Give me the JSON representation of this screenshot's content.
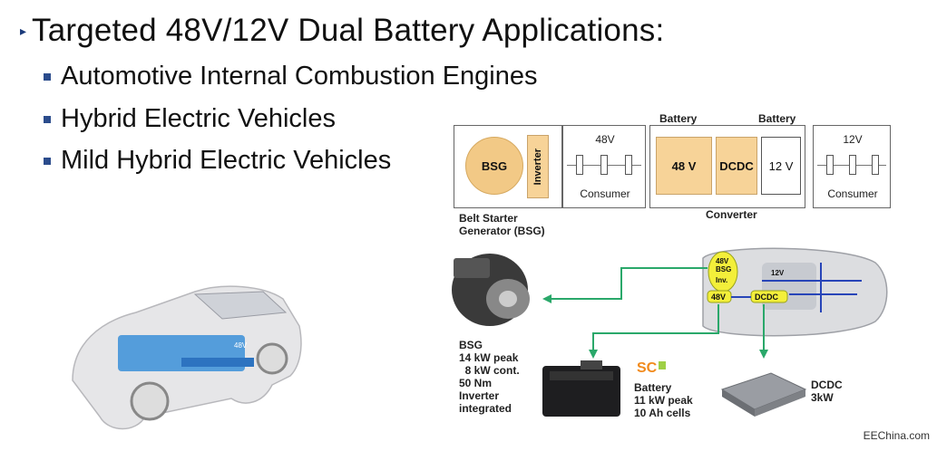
{
  "heading": {
    "text": "Targeted 48V/12V Dual Battery Applications:"
  },
  "bullets": [
    "Automotive Internal Combustion Engines",
    "Hybrid Electric Vehicles",
    "Mild Hybrid Electric Vehicles"
  ],
  "diagram": {
    "battery_label_1": "Battery",
    "battery_label_2": "Battery",
    "bsg": "BSG",
    "inverter": "Inverter",
    "v48_top": "48V",
    "consumer_1": "Consumer",
    "v48_box": "48 V",
    "dcdc_box": "DCDC",
    "v12_box": "12 V",
    "v12_top": "12V",
    "consumer_2": "Consumer",
    "bsg_caption_1": "Belt Starter",
    "bsg_caption_2": "Generator (BSG)",
    "converter_caption": "Converter",
    "car_tag_48v": "48V",
    "car_tag_bsg": "BSG",
    "car_tag_inv": "Inv.",
    "car_tag_48v_b": "48V",
    "car_tag_dcdc": "DCDC",
    "car_tag_12v": "12V",
    "car_48v_label": "48V"
  },
  "specs": {
    "bsg": "BSG\n14 kW peak\n  8 kW cont.\n50 Nm\nInverter\nintegrated",
    "battery": "Battery\n11 kW peak\n10 Ah cells",
    "dcdc": "DCDC\n3kW",
    "logo": "SC"
  },
  "credit": "EEChina.com",
  "colors": {
    "accent_orange": "#f7d398",
    "arrow_green": "#2aa86a",
    "highlight_yellow": "#f3ef3a",
    "bullet_blue": "#2b4c8c"
  }
}
